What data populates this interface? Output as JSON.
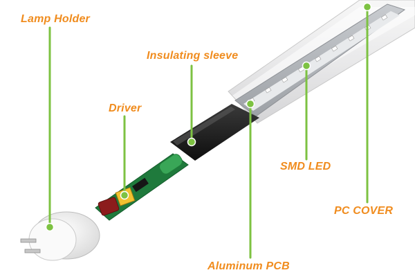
{
  "labels": {
    "lamp_holder": "Lamp Holder",
    "insulating_sleeve": "Insulating sleeve",
    "driver": "Driver",
    "smd_led": "SMD LED",
    "pc_cover": "PC COVER",
    "aluminum_pcb": "Aluminum PCB"
  },
  "colors": {
    "label_text": "#f08c1e",
    "leader_line": "#7dc242",
    "background": "#ffffff"
  }
}
